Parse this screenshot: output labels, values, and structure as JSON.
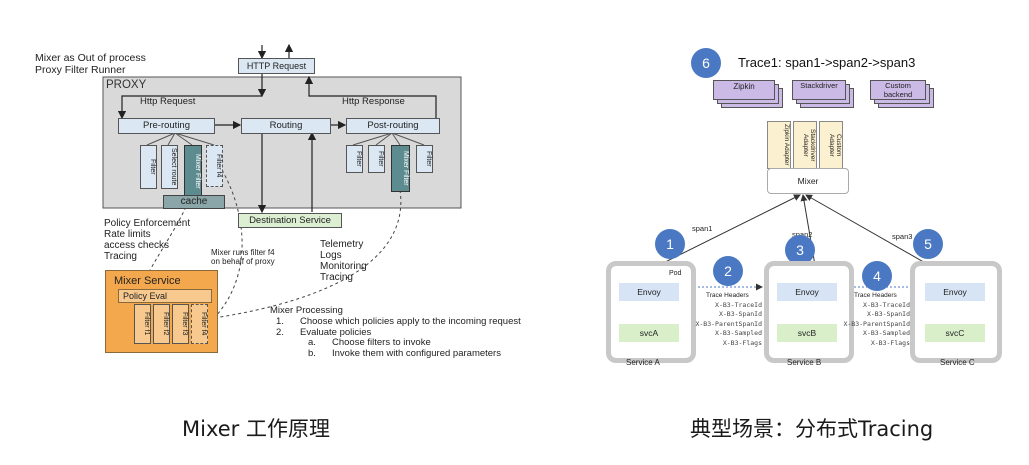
{
  "left": {
    "heading": [
      "Mixer as Out of process",
      "Proxy Filter Runner"
    ],
    "http_request_top": "HTTP Request",
    "proxy_label": "PROXY",
    "http_request": "Http Request",
    "http_response": "Http Response",
    "pre_routing": "Pre-routing",
    "routing": "Routing",
    "post_routing": "Post-routing",
    "pre_filters": [
      "Filter",
      "Select route",
      "Mixer Filter",
      "Filter f4"
    ],
    "cache": "cache",
    "post_filters": [
      "Filter",
      "Filter",
      "Mixer Filter",
      "Filter"
    ],
    "destination_service": "Destination Service",
    "policy_lines": [
      "Policy Enforcement",
      "Rate limits",
      "access checks",
      "Tracing"
    ],
    "mixer_note": [
      "Mixer runs filter f4",
      "on behalf of proxy"
    ],
    "telemetry_lines": [
      "Telemetry",
      "Logs",
      "Monitoring",
      "Tracing"
    ],
    "mixer_service": "Mixer Service",
    "policy_eval": "Policy Eval",
    "mixer_filters": [
      "Filter f1",
      "Filter f2",
      "Filter f3",
      "Filter f4"
    ],
    "processing_title": "Mixer Processing",
    "processing_steps": [
      {
        "n": "1.",
        "t": "Choose which policies apply to the incoming request"
      },
      {
        "n": "2.",
        "t": "Evaluate policies"
      },
      {
        "n": "a.",
        "t": "Choose filters to invoke"
      },
      {
        "n": "b.",
        "t": "Invoke them with configured parameters"
      }
    ],
    "caption": "Mixer 工作原理"
  },
  "right": {
    "trace_title": "Trace1:  span1->span2->span3",
    "backends": [
      "Zipkin",
      "Stackdriver",
      "Custom backend"
    ],
    "adapters": [
      "Zipkin Adapter",
      "Stackdriver Adapter",
      "Custom Adapter"
    ],
    "mixer": "Mixer",
    "spans": [
      "span1",
      "span2",
      "span3"
    ],
    "pod": "Pod",
    "envoy": "Envoy",
    "svcs": [
      "svcA",
      "svcB",
      "svcC"
    ],
    "services": [
      "Service A",
      "Service B",
      "Service C"
    ],
    "trace_headers_title": "Trace Headers",
    "trace_headers": [
      "X-B3-TraceId",
      "X-B3-SpanId",
      "X-B3-ParentSpanId",
      "X-B3-Sampled",
      "X-B3-Flags"
    ],
    "steps": [
      "1",
      "2",
      "3",
      "4",
      "5",
      "6"
    ],
    "caption": "典型场景：分布式Tracing"
  },
  "colors": {
    "proxy_bg": "#d9d9d9",
    "filter_blue": "#dbe8f4",
    "mixer_filter": "#5c8c8f",
    "mixer_service": "#f4a84e",
    "badge_blue": "#4a78c2",
    "backend_purple": "#cbb9e6",
    "adapter_yellow": "#fbf0cf",
    "envoy_blue": "#d6e4f5",
    "svc_green": "#d8efc9"
  }
}
